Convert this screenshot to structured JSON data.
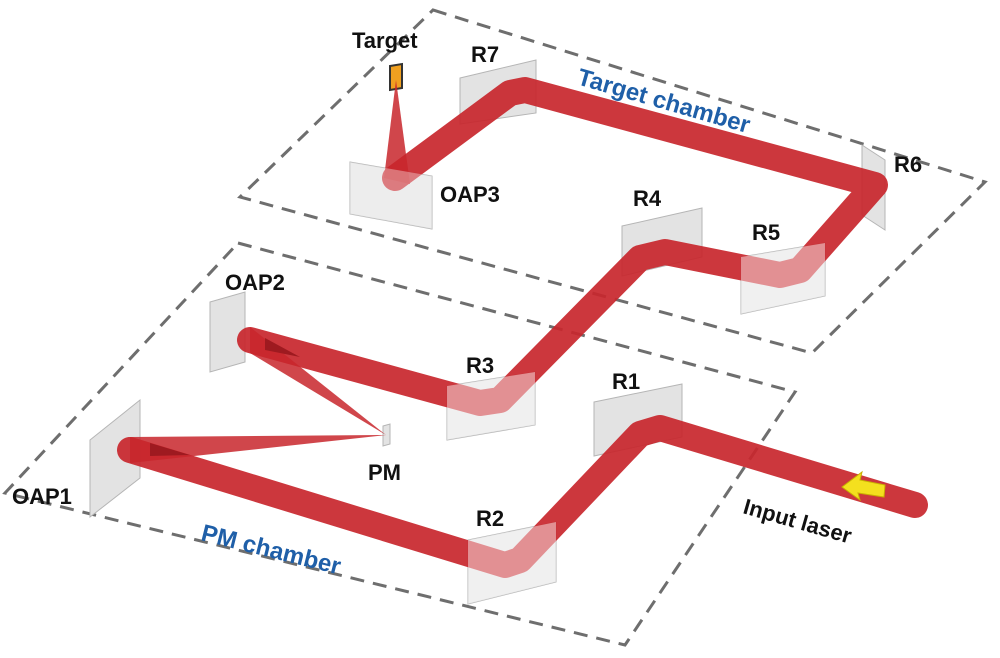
{
  "colors": {
    "beam": "#c8262c",
    "beam_dark": "#9e1a20",
    "mirror_fill": "#e3e3e3",
    "mirror_edge": "#b5b5b5",
    "chamber_line": "#6e6e6e",
    "chamber_label": "#1f5fa8",
    "arrow": "#f4e01e",
    "text": "#111111"
  },
  "chambers": {
    "target_chamber": "Target chamber",
    "pm_chamber": "PM chamber"
  },
  "components": {
    "target": "Target",
    "r7": "R7",
    "oap3": "OAP3",
    "r6": "R6",
    "r5": "R5",
    "r4": "R4",
    "oap2": "OAP2",
    "r3": "R3",
    "r1": "R1",
    "pm": "PM",
    "oap1": "OAP1",
    "r2": "R2"
  },
  "input": {
    "label": "Input laser",
    "arrow_icon": "arrow-left-icon"
  }
}
